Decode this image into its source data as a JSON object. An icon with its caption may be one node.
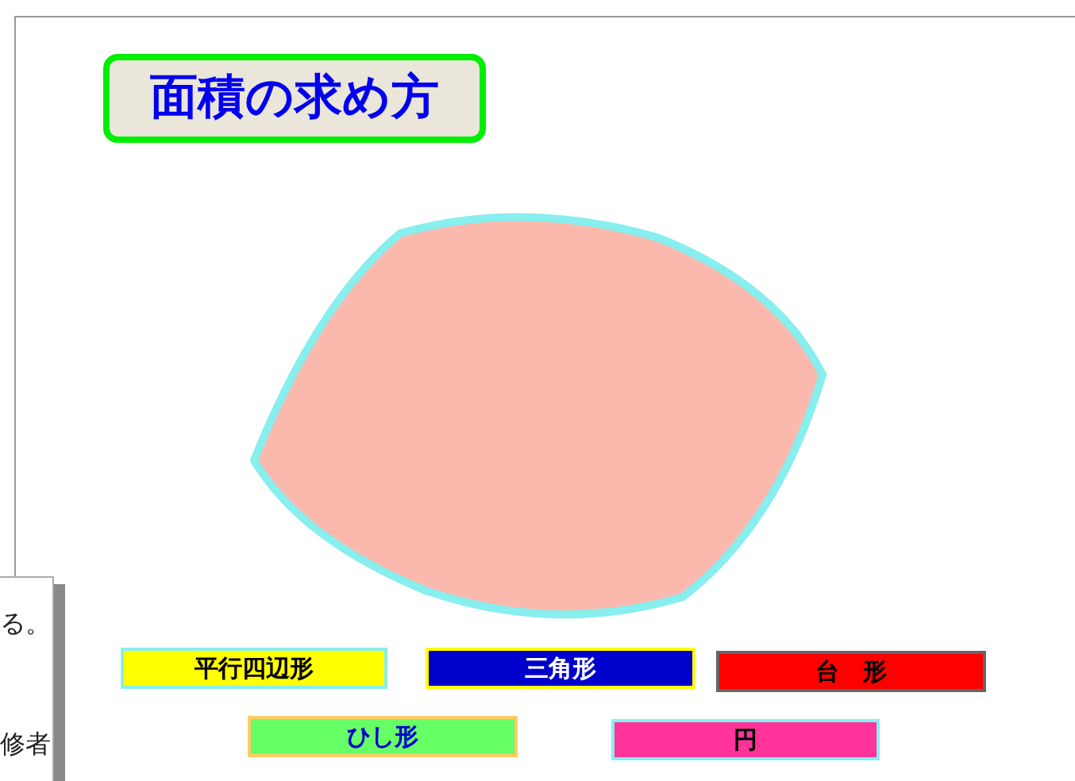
{
  "diagram": {
    "title": "面積の求め方",
    "nodes": [
      {
        "text": [],
        "shape": "leaf"
      },
      {
        "text": [
          "平行四辺形"
        ]
      },
      {
        "text": [
          "三角形"
        ]
      },
      {
        "text": [
          "台　形"
        ]
      },
      {
        "text": [
          "ひし形"
        ]
      },
      {
        "text": [
          "円"
        ]
      }
    ],
    "labels": [
      "る。",
      "修者"
    ]
  }
}
